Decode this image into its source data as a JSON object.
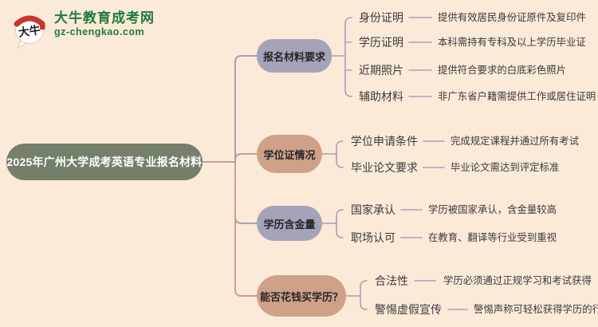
{
  "logo": {
    "brand": "大牛教育成考网",
    "domain": "gz-chengkao.com",
    "mark_text": "大牛"
  },
  "root": {
    "label": "2025年广州大学成考英语专业报名材料"
  },
  "branches": [
    {
      "label": "报名材料要求",
      "children": [
        {
          "label": "身份证明",
          "detail": "提供有效居民身份证原件及复印件"
        },
        {
          "label": "学历证明",
          "detail": "本科需持有专科及以上学历毕业证"
        },
        {
          "label": "近期照片",
          "detail": "提供符合要求的白底彩色照片"
        },
        {
          "label": "辅助材料",
          "detail": "非广东省户籍需提供工作或居住证明"
        }
      ]
    },
    {
      "label": "学位证情况",
      "children": [
        {
          "label": "学位申请条件",
          "detail": "完成规定课程并通过所有考试"
        },
        {
          "label": "毕业论文要求",
          "detail": "毕业论文需达到评定标准"
        }
      ]
    },
    {
      "label": "学历含金量",
      "children": [
        {
          "label": "国家承认",
          "detail": "学历被国家承认，含金量较高"
        },
        {
          "label": "职场认可",
          "detail": "在教育、翻译等行业受到重视"
        }
      ]
    },
    {
      "label": "能否花钱买学历？",
      "children": [
        {
          "label": "合法性",
          "detail": "学历必须通过正规学习和考试获得"
        },
        {
          "label": "警惕虚假宣传",
          "detail": "警惕声称可轻松获得学历的行为"
        }
      ]
    }
  ],
  "colors": {
    "background": "#fcead9",
    "root_node": "#75806a",
    "branch_purple": "#a5a3b8",
    "branch_salmon": "#d0a189",
    "line_purple": "#a3a1b6",
    "line_salmon": "#cf9f85",
    "brand_green": "#1e7c3a",
    "text_dark": "#3a3a3a"
  }
}
